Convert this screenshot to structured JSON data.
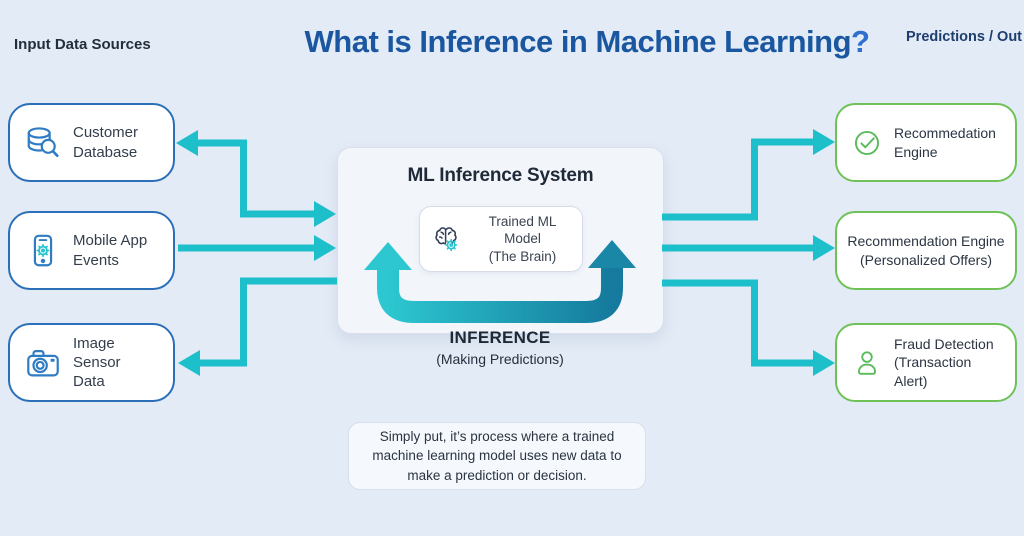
{
  "page": {
    "left_header": "Input Data Sources",
    "title": "What is Inference in Machine Learning",
    "title_question": "?",
    "right_header": "Predictions / Out"
  },
  "inputs": [
    {
      "line1": "Customer",
      "line2": "Database",
      "icon": "database-search-icon"
    },
    {
      "line1": "Mobile App",
      "line2": "Events",
      "icon": "mobile-app-gear-icon"
    },
    {
      "line1": "Image Sensor",
      "line2": "Data",
      "icon": "camera-icon"
    }
  ],
  "system": {
    "title": "ML Inference System",
    "model_line1": "Trained ML Model",
    "model_line2": "(The Brain)",
    "model_icon": "brain-gear-icon",
    "caption_title": "INFERENCE",
    "caption_sub": "(Making Predictions)"
  },
  "outputs": [
    {
      "line1": "Recommedation",
      "line2": "Engine",
      "icon": "check-circle-icon"
    },
    {
      "line1": "Recommendation Engine",
      "line2": "(Personalized Offers)",
      "icon": ""
    },
    {
      "line1": "Fraud Detection",
      "line2": "(Transaction Alert)",
      "icon": "person-icon"
    }
  ],
  "note": {
    "lines": [
      "Simply put, it’s process where a trained",
      "machine learning model uses new data to",
      "make a prediction or decision."
    ]
  },
  "colors": {
    "background": "#e3ebf6",
    "accent_teal": "#1dbfca",
    "loop_gradient_start": "#2cc7d0",
    "loop_gradient_end": "#157a9d",
    "input_border_blue": "#2a6fb8",
    "output_border_green": "#70c258",
    "title_blue": "#1a57a0",
    "icon_blue": "#2f7cc4",
    "icon_green": "#5cba5c",
    "icon_teal": "#27c3cf"
  }
}
